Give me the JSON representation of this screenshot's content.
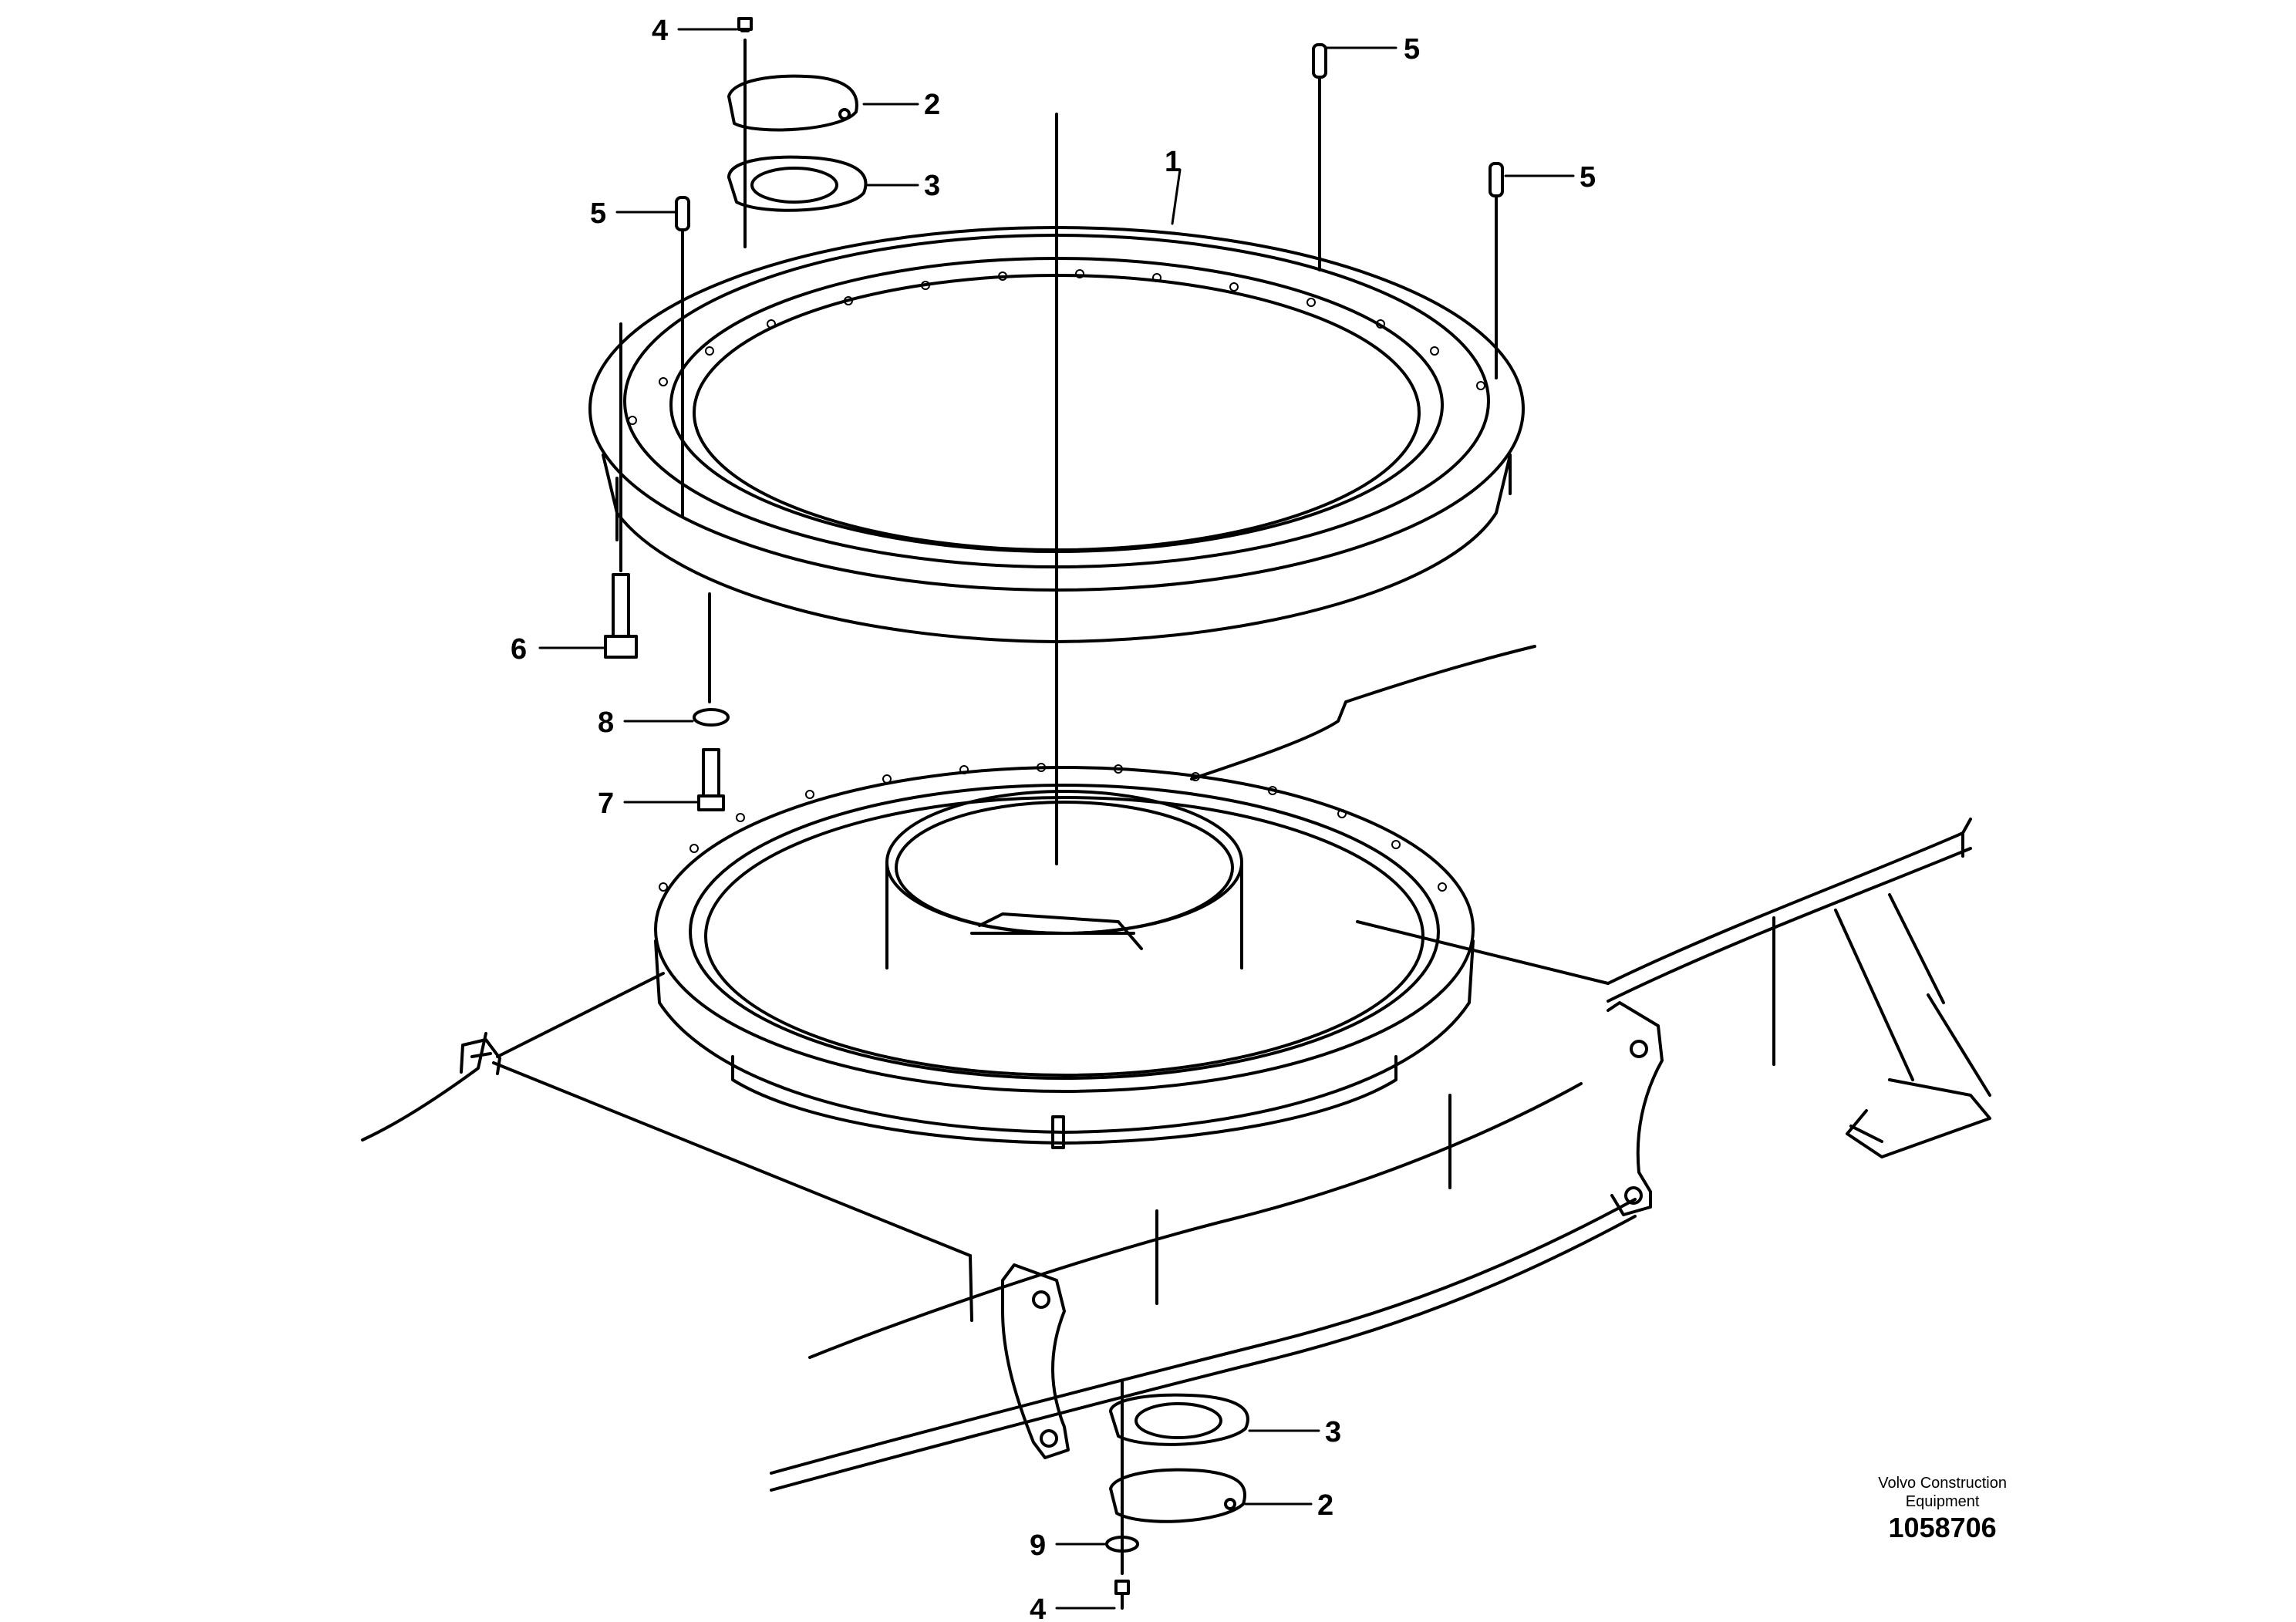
{
  "diagram": {
    "callouts": [
      {
        "id": "c4-top",
        "label": "4"
      },
      {
        "id": "c2-top",
        "label": "2"
      },
      {
        "id": "c3-top",
        "label": "3"
      },
      {
        "id": "c1",
        "label": "1"
      },
      {
        "id": "c5-top",
        "label": "5"
      },
      {
        "id": "c5-right",
        "label": "5"
      },
      {
        "id": "c5-left",
        "label": "5"
      },
      {
        "id": "c6",
        "label": "6"
      },
      {
        "id": "c8",
        "label": "8"
      },
      {
        "id": "c7",
        "label": "7"
      },
      {
        "id": "c3-bottom",
        "label": "3"
      },
      {
        "id": "c2-bottom",
        "label": "2"
      },
      {
        "id": "c9",
        "label": "9"
      },
      {
        "id": "c4-bottom",
        "label": "4"
      }
    ]
  },
  "footer": {
    "brand_line1": "Volvo Construction",
    "brand_line2": "Equipment",
    "part_number": "1058706"
  }
}
